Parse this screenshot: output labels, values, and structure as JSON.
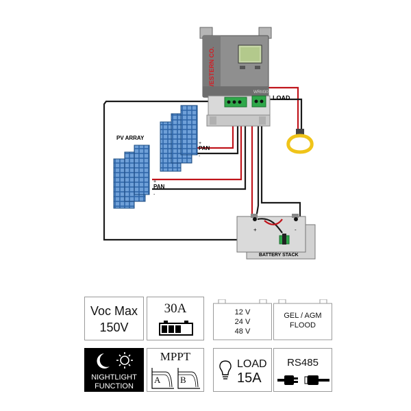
{
  "diagram": {
    "controller_brand": "WESTERN CO.",
    "controller_model": "WRM30",
    "load_label": "LOAD",
    "pv_array_label": "PV ARRAY",
    "pan_label": "PAN",
    "plus_sign": "+",
    "minus_sign": "-",
    "battery_label": "BATTERY STACK"
  },
  "specs": {
    "voc": {
      "line1": "Voc Max",
      "line2": "150V"
    },
    "current": {
      "value": "30A"
    },
    "voltages": {
      "v1": "12 V",
      "v2": "24 V",
      "v3": "48 V"
    },
    "battery_types": {
      "line1": "GEL / AGM",
      "line2": "FLOOD"
    },
    "nightlight": {
      "line1": "NIGHTLIGHT",
      "line2": "FUNCTION"
    },
    "mppt": {
      "title": "MPPT",
      "label_a": "A",
      "label_b": "B"
    },
    "load": {
      "line1": "LOAD",
      "line2": "15A"
    },
    "comm": {
      "label": "RS485"
    }
  },
  "colors": {
    "wire_red": "#c0141b",
    "wire_black": "#1a1a1a",
    "controller_gray": "#8f8f8f",
    "panel_blue": "#3f78b8",
    "terminal_green": "#2fa84a",
    "bulb_yellow": "#f0c419"
  }
}
